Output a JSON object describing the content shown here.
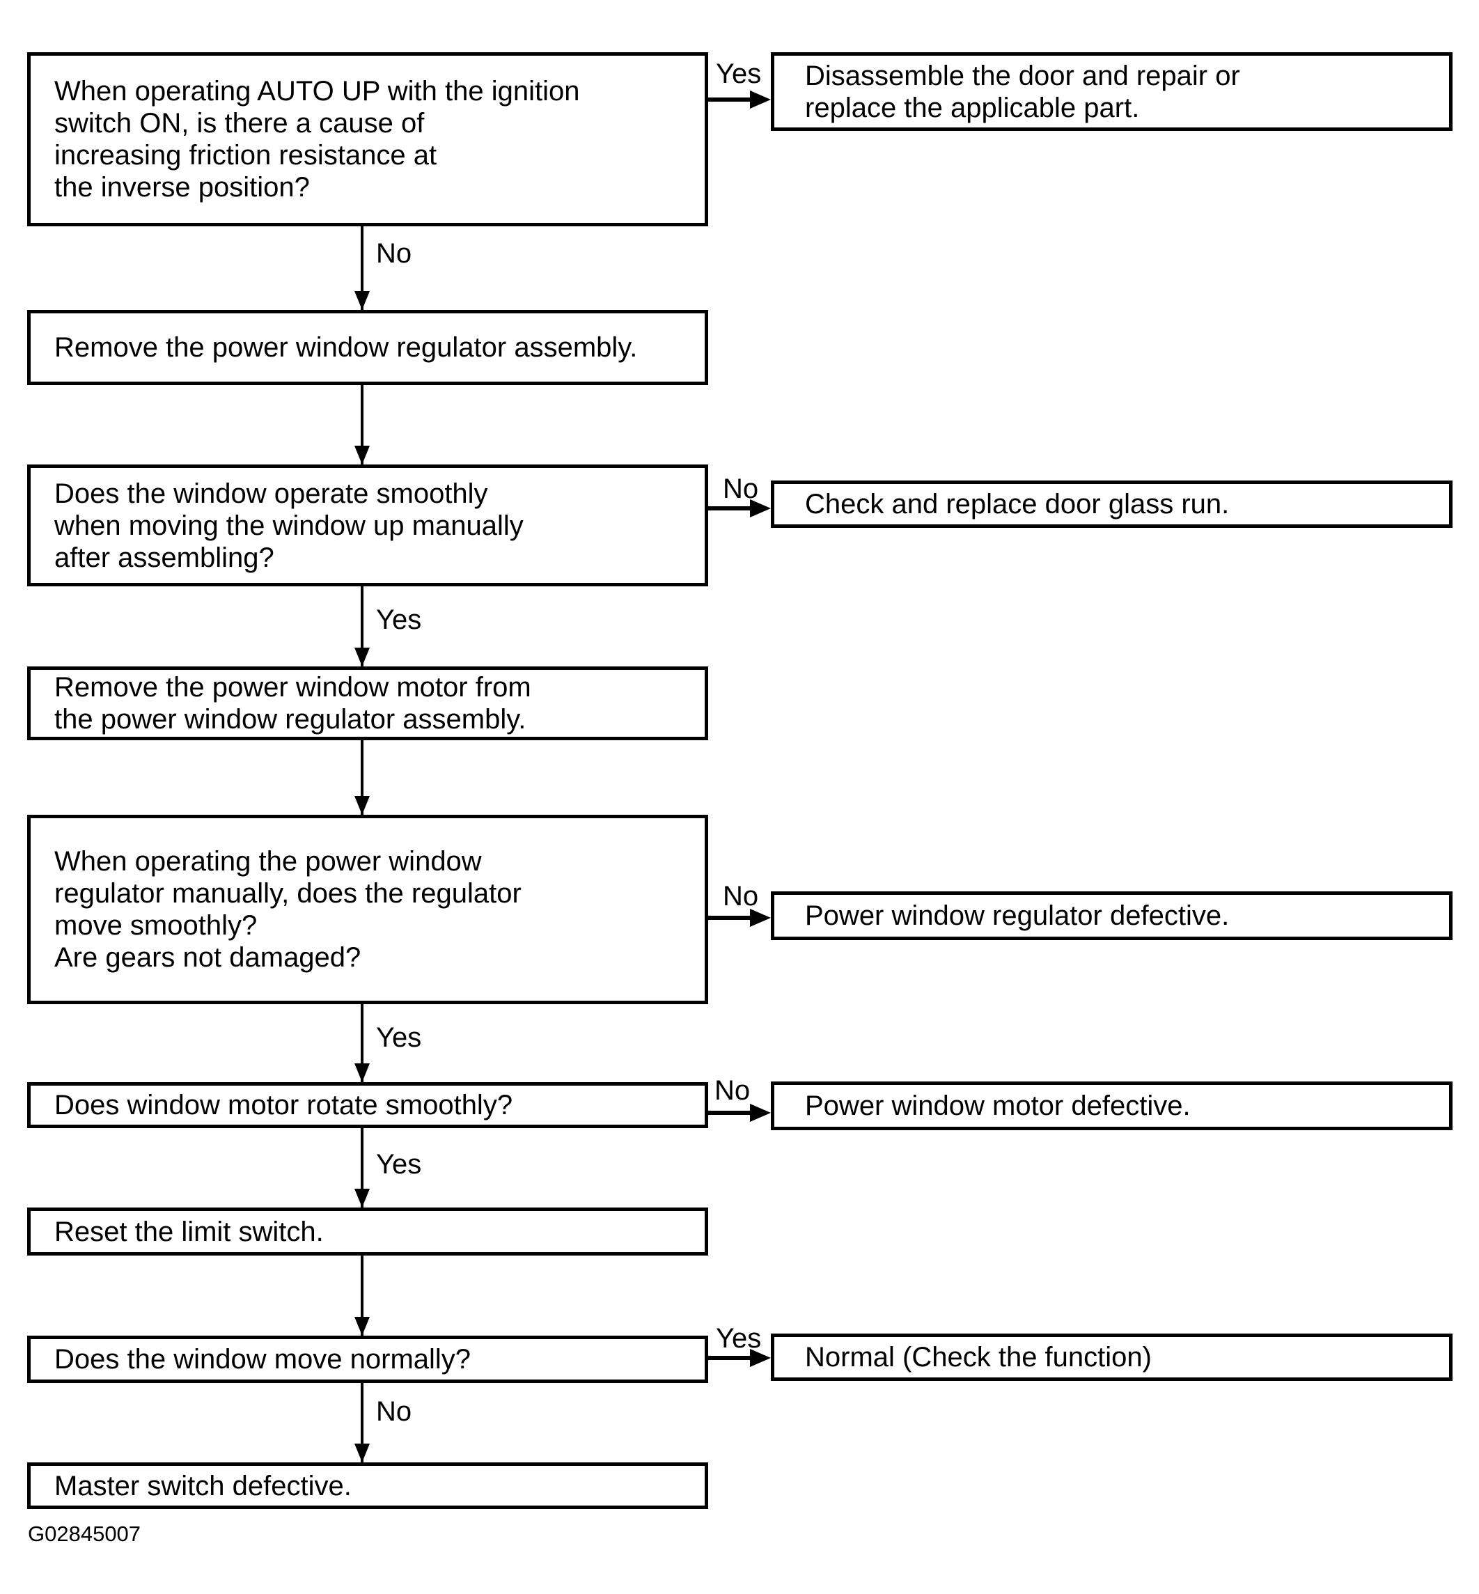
{
  "figure": {
    "id_label": "G02845007"
  },
  "colors": {
    "line": "#000000",
    "background": "#ffffff",
    "text": "#000000"
  },
  "nodes": {
    "q_auto_up": {
      "text": "When operating AUTO UP with the ignition\nswitch ON, is there a cause of\nincreasing friction resistance at\nthe inverse position?"
    },
    "a_disassemble": {
      "text": "Disassemble the door and repair or\nreplace the applicable part."
    },
    "p_remove_regulator": {
      "text": "Remove the power window regulator assembly."
    },
    "q_window_smooth": {
      "text": "Does the window operate smoothly\nwhen moving the window up manually\nafter assembling?"
    },
    "a_glass_run": {
      "text": "Check and replace door glass run."
    },
    "p_remove_motor": {
      "text": "Remove the power window motor from\nthe power window regulator assembly."
    },
    "q_regulator_smooth": {
      "text": "When operating the power window\nregulator manually, does the regulator\nmove smoothly?\nAre gears not damaged?"
    },
    "a_regulator_defective": {
      "text": "Power window regulator defective."
    },
    "q_motor_rotate": {
      "text": "Does window motor rotate smoothly?"
    },
    "a_motor_defective": {
      "text": "Power window motor defective."
    },
    "p_reset_limit": {
      "text": "Reset the limit switch."
    },
    "q_window_normal": {
      "text": "Does the window move normally?"
    },
    "a_normal": {
      "text": "Normal (Check the function)"
    },
    "a_master_defective": {
      "text": "Master switch defective."
    }
  },
  "edges": [
    {
      "from": "q_auto_up",
      "to": "a_disassemble",
      "label": "Yes"
    },
    {
      "from": "q_auto_up",
      "to": "p_remove_regulator",
      "label": "No"
    },
    {
      "from": "p_remove_regulator",
      "to": "q_window_smooth",
      "label": ""
    },
    {
      "from": "q_window_smooth",
      "to": "a_glass_run",
      "label": "No"
    },
    {
      "from": "q_window_smooth",
      "to": "p_remove_motor",
      "label": "Yes"
    },
    {
      "from": "p_remove_motor",
      "to": "q_regulator_smooth",
      "label": ""
    },
    {
      "from": "q_regulator_smooth",
      "to": "a_regulator_defective",
      "label": "No"
    },
    {
      "from": "q_regulator_smooth",
      "to": "q_motor_rotate",
      "label": "Yes"
    },
    {
      "from": "q_motor_rotate",
      "to": "a_motor_defective",
      "label": "No"
    },
    {
      "from": "q_motor_rotate",
      "to": "p_reset_limit",
      "label": "Yes"
    },
    {
      "from": "p_reset_limit",
      "to": "q_window_normal",
      "label": ""
    },
    {
      "from": "q_window_normal",
      "to": "a_normal",
      "label": "Yes"
    },
    {
      "from": "q_window_normal",
      "to": "a_master_defective",
      "label": "No"
    }
  ]
}
